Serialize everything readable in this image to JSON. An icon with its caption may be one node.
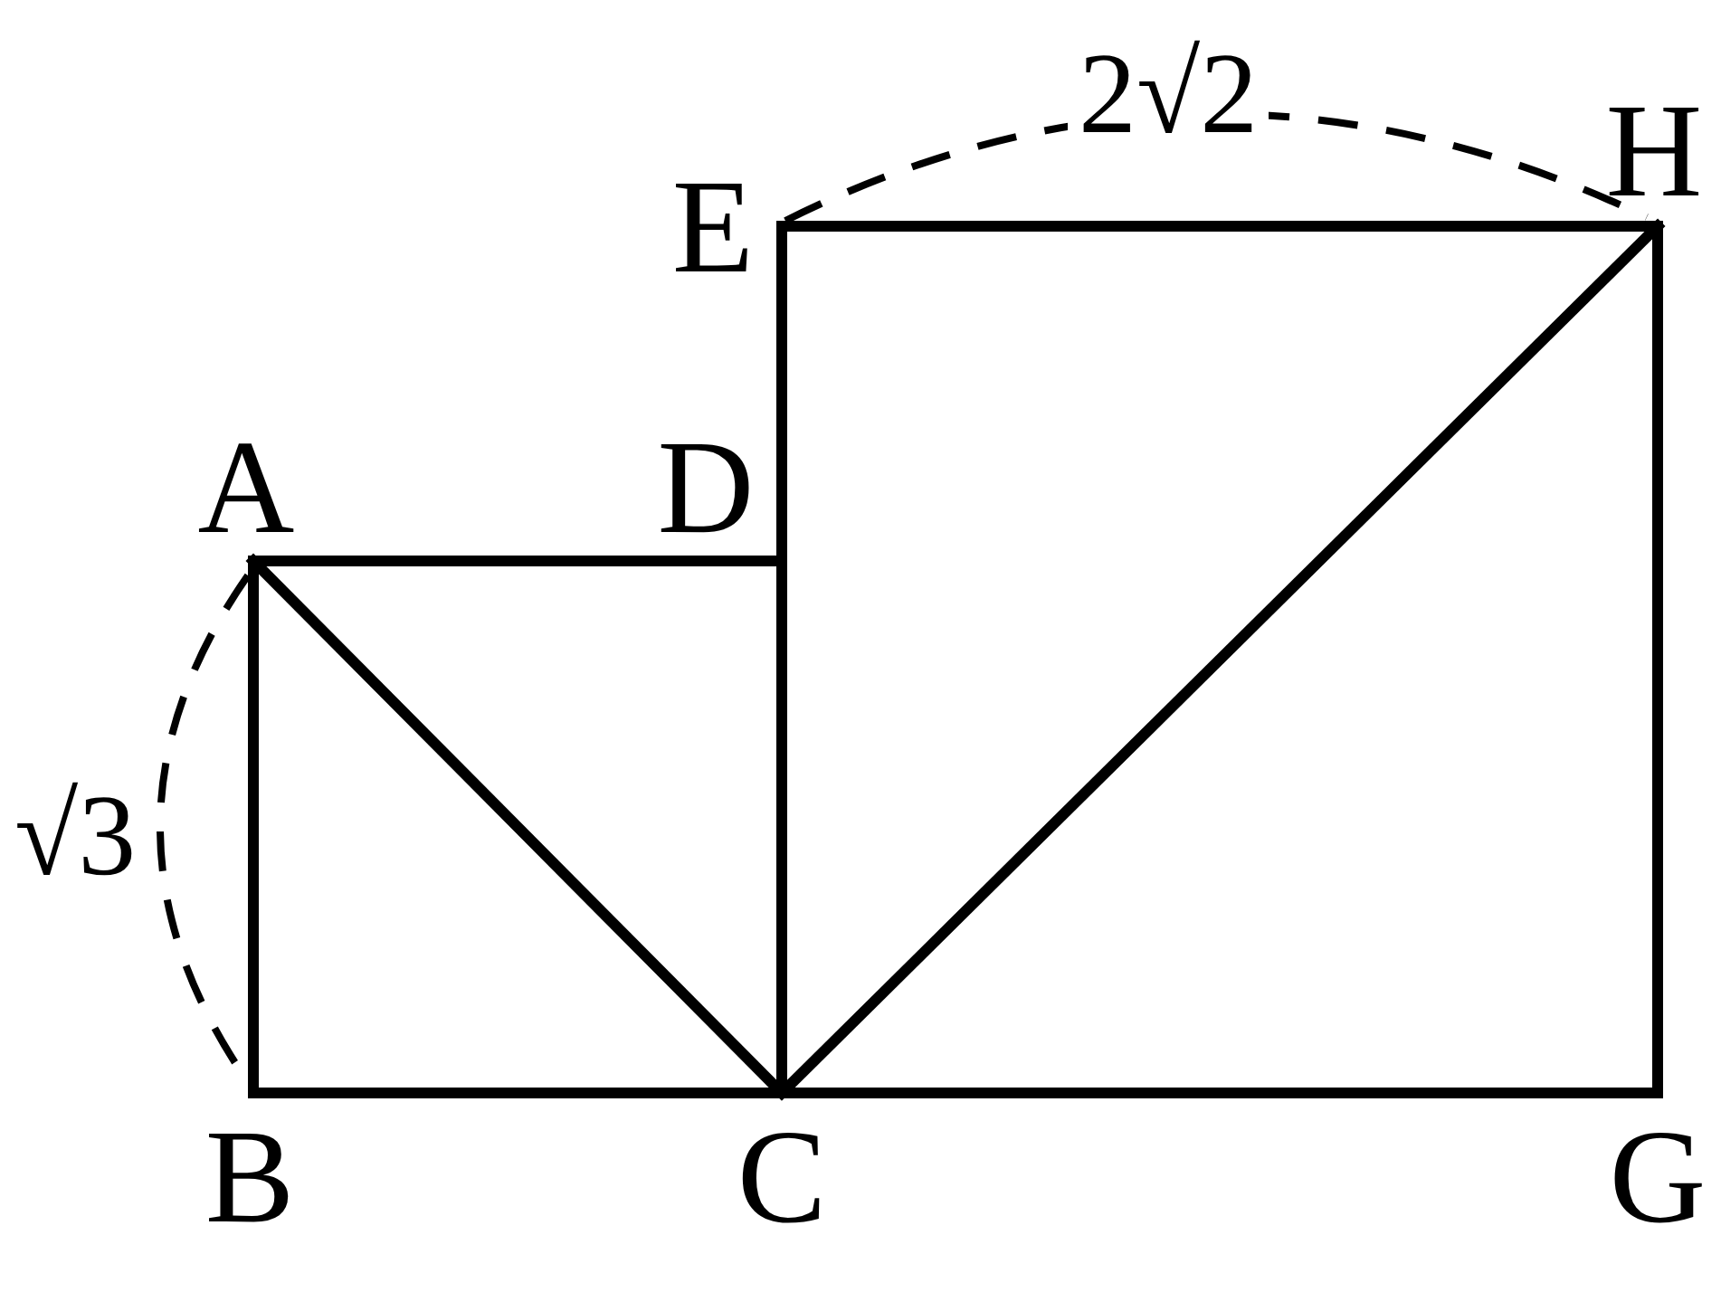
{
  "diagram": {
    "nodes": [
      {
        "text": [
          "A"
        ]
      },
      {
        "text": [
          "B"
        ]
      },
      {
        "text": [
          "C"
        ]
      },
      {
        "text": [
          "D"
        ]
      },
      {
        "text": [
          "E"
        ]
      },
      {
        "text": [
          "G"
        ]
      },
      {
        "text": [
          "H"
        ]
      }
    ],
    "edges": [
      {
        "from": 0,
        "to": 3,
        "arrow": "none"
      },
      {
        "from": 0,
        "to": 1,
        "arrow": "none"
      },
      {
        "from": 1,
        "to": 2,
        "arrow": "none"
      },
      {
        "from": 2,
        "to": 5,
        "arrow": "none"
      },
      {
        "from": 5,
        "to": 6,
        "arrow": "none"
      },
      {
        "from": 6,
        "to": 4,
        "arrow": "none"
      },
      {
        "from": 4,
        "to": 2,
        "arrow": "none"
      },
      {
        "from": 0,
        "to": 2,
        "arrow": "none"
      },
      {
        "from": 2,
        "to": 6,
        "arrow": "none"
      }
    ],
    "labels": [
      "2√2",
      "√3"
    ]
  }
}
